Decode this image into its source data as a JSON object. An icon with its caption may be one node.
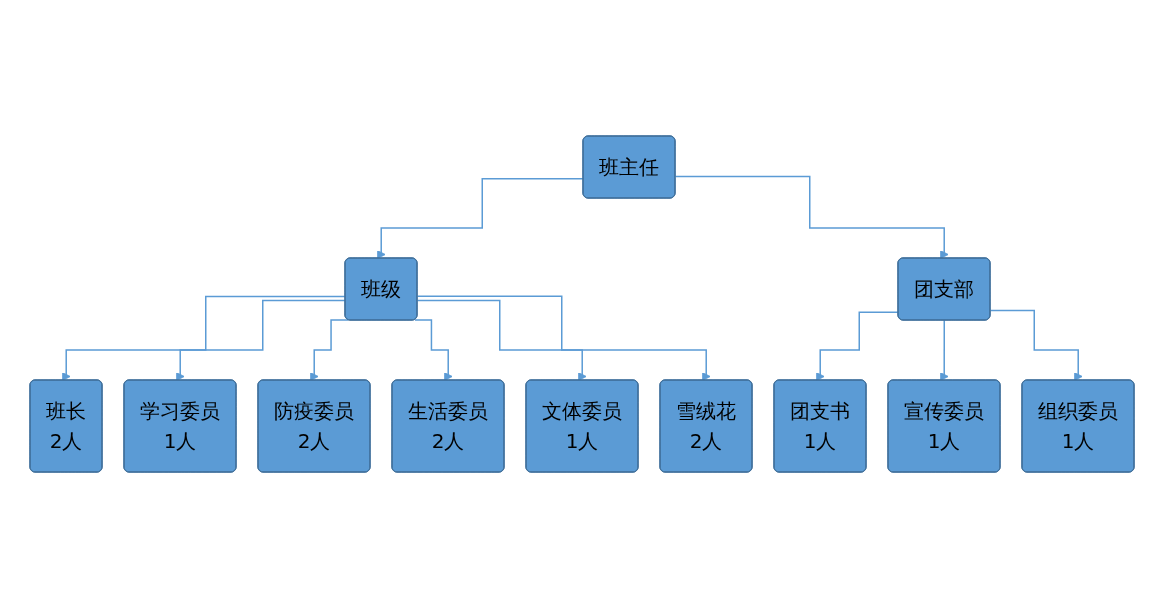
{
  "diagram": {
    "nodes": [
      {
        "text": [
          "班主任"
        ]
      },
      {
        "text": [
          "班级"
        ]
      },
      {
        "text": [
          "团支部"
        ]
      },
      {
        "text": [
          "班长",
          "2人"
        ]
      },
      {
        "text": [
          "学习委员",
          "1人"
        ]
      },
      {
        "text": [
          "防疫委员",
          "2人"
        ]
      },
      {
        "text": [
          "生活委员",
          "2人"
        ]
      },
      {
        "text": [
          "文体委员",
          "1人"
        ]
      },
      {
        "text": [
          "雪绒花",
          "2人"
        ]
      },
      {
        "text": [
          "团支书",
          "1人"
        ]
      },
      {
        "text": [
          "宣传委员",
          "1人"
        ]
      },
      {
        "text": [
          "组织委员",
          "1人"
        ]
      }
    ],
    "edges": [
      {
        "from": 0,
        "to": 1,
        "arrow": "to"
      },
      {
        "from": 0,
        "to": 2,
        "arrow": "to"
      },
      {
        "from": 1,
        "to": 3,
        "arrow": "to"
      },
      {
        "from": 1,
        "to": 4,
        "arrow": "to"
      },
      {
        "from": 1,
        "to": 5,
        "arrow": "to"
      },
      {
        "from": 1,
        "to": 6,
        "arrow": "to"
      },
      {
        "from": 1,
        "to": 7,
        "arrow": "to"
      },
      {
        "from": 1,
        "to": 8,
        "arrow": "to"
      },
      {
        "from": 2,
        "to": 9,
        "arrow": "to"
      },
      {
        "from": 2,
        "to": 10,
        "arrow": "to"
      },
      {
        "from": 2,
        "to": 11,
        "arrow": "to"
      }
    ]
  }
}
